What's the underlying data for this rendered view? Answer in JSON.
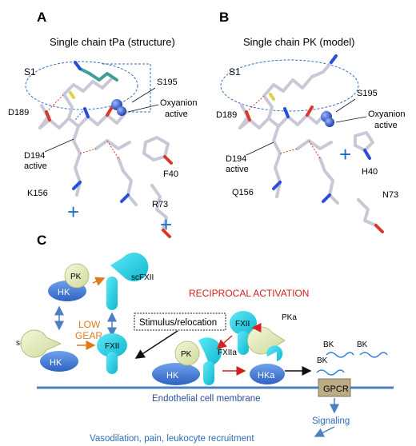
{
  "panels": {
    "a": {
      "letter": "A",
      "title": "Single chain tPa (structure)",
      "labels": {
        "s1": "S1",
        "s195": "S195",
        "oxyanion_line1": "Oxyanion",
        "oxyanion_line2": "active",
        "d189": "D189",
        "d194_line1": "D194",
        "d194_line2": "active",
        "f40": "F40",
        "k156": "K156",
        "r73": "R73",
        "plus": "+"
      }
    },
    "b": {
      "letter": "B",
      "title": "Single chain PK (model)",
      "labels": {
        "s1": "S1",
        "s195": "S195",
        "oxyanion_line1": "Oxyanion",
        "oxyanion_line2": "active",
        "d189": "D189",
        "d194_line1": "D194",
        "d194_line2": "active",
        "h40": "H40",
        "q156": "Q156",
        "n73": "N73",
        "plus": "+"
      }
    },
    "c": {
      "letter": "C",
      "labels": {
        "pk": "PK",
        "hk": "HK",
        "scfxii": "scFXII",
        "low_gear_line1": "LOW",
        "low_gear_line2": "GEAR",
        "scpk": "scPK",
        "fxii": "FXII",
        "stimulus": "Stimulus/relocation",
        "reciprocal": "RECIPROCAL ACTIVATION",
        "fxiia": "FXIIa",
        "pka": "PKa",
        "hka": "HKa",
        "bk": "BK",
        "gpcr": "GPCR",
        "membrane": "Endothelial cell membrane",
        "signaling": "Signaling",
        "outcome": "Vasodilation, pain, leukocyte recruitment"
      }
    }
  },
  "colors": {
    "accent_blue": "#2e6db4",
    "red": "#d42020",
    "orange": "#e07b1a",
    "cyan": "#22cfe6",
    "pale_yellow": "#e3ebb8",
    "blue_oval": "#3f7fd6",
    "membrane": "#4f7fc1",
    "gpcr": "#b9ac86",
    "bk_wave": "#2c7fd4"
  }
}
